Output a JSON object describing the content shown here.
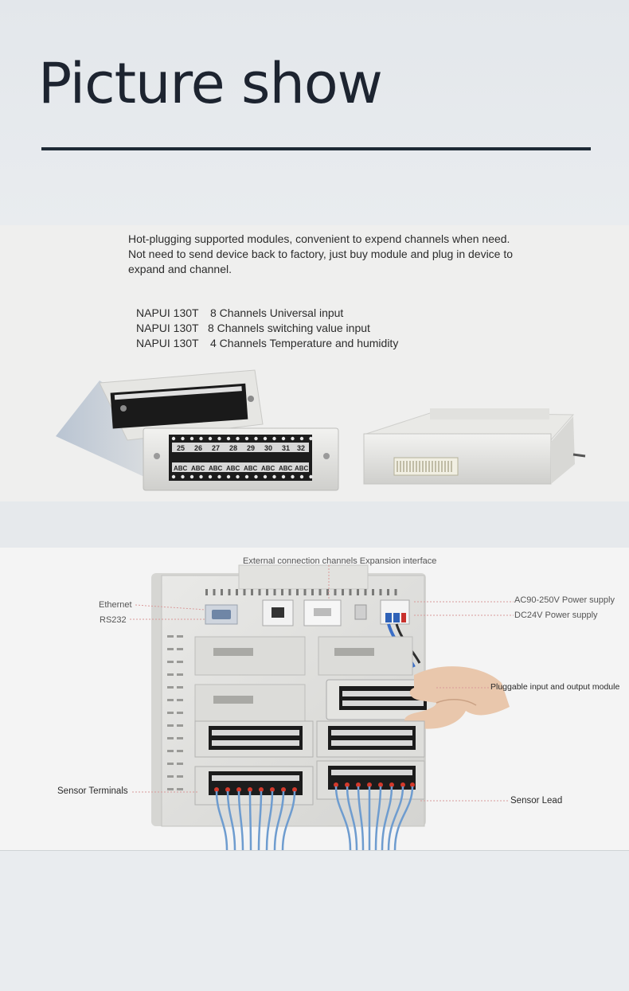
{
  "page": {
    "title": "Picture show"
  },
  "intro": {
    "line1": "Hot-plugging supported modules, convenient to expend channels when need.",
    "line2": "Not need to send device back to factory, just buy module and plug in device to expand and channel."
  },
  "modules": [
    {
      "name": "NAPUI 130T",
      "desc": "8 Channels Universal input"
    },
    {
      "name": "NAPUI 130T",
      "desc": "8 Channels switching value input"
    },
    {
      "name": "NAPUI 130T",
      "desc": "4 Channels Temperature and humidity"
    }
  ],
  "terminal_strip": {
    "numbers": [
      "25",
      "26",
      "27",
      "28",
      "29",
      "30",
      "31",
      "32"
    ],
    "letters": "ABC"
  },
  "labels": {
    "expansion": "External connection channels Expansion interface",
    "ethernet": "Ethernet",
    "rs232": "RS232",
    "ac_power": "AC90-250V Power supply",
    "dc_power": "DC24V Power supply",
    "pluggable": "Pluggable input and output module",
    "sensor_terminals": "Sensor Terminals",
    "sensor_lead": "Sensor Lead"
  },
  "colors": {
    "title": "#1d2430",
    "rule": "#1f2a36",
    "device": "#e4e4e2",
    "terminal_black": "#1a1a1a",
    "lead_red": "#d33a2c",
    "cable_blue": "#6e9ccf"
  }
}
